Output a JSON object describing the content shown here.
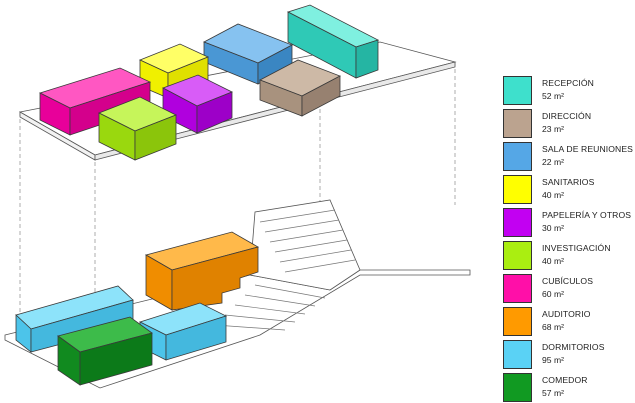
{
  "legend": [
    {
      "label": "RECEPCIÓN",
      "area": "52 m²",
      "color": "#3ee0cc"
    },
    {
      "label": "DIRECCIÓN",
      "area": "23 m²",
      "color": "#bba38f"
    },
    {
      "label": "SALA DE REUNIONES",
      "area": "22 m²",
      "color": "#55a7e6"
    },
    {
      "label": "SANITARIOS",
      "area": "40 m²",
      "color": "#ffff00"
    },
    {
      "label": "PAPELERÍA Y OTROS",
      "area": "30 m²",
      "color": "#c200f2"
    },
    {
      "label": "INVESTIGACIÓN",
      "area": "40 m²",
      "color": "#aaee11"
    },
    {
      "label": "CUBÍCULOS",
      "area": "60 m²",
      "color": "#ff0fa8"
    },
    {
      "label": "AUDITORIO",
      "area": "68 m²",
      "color": "#ff9a00"
    },
    {
      "label": "DORMITORIOS",
      "area": "95 m²",
      "color": "#5ad2f5"
    },
    {
      "label": "COMEDOR",
      "area": "57 m²",
      "color": "#119a22"
    }
  ]
}
